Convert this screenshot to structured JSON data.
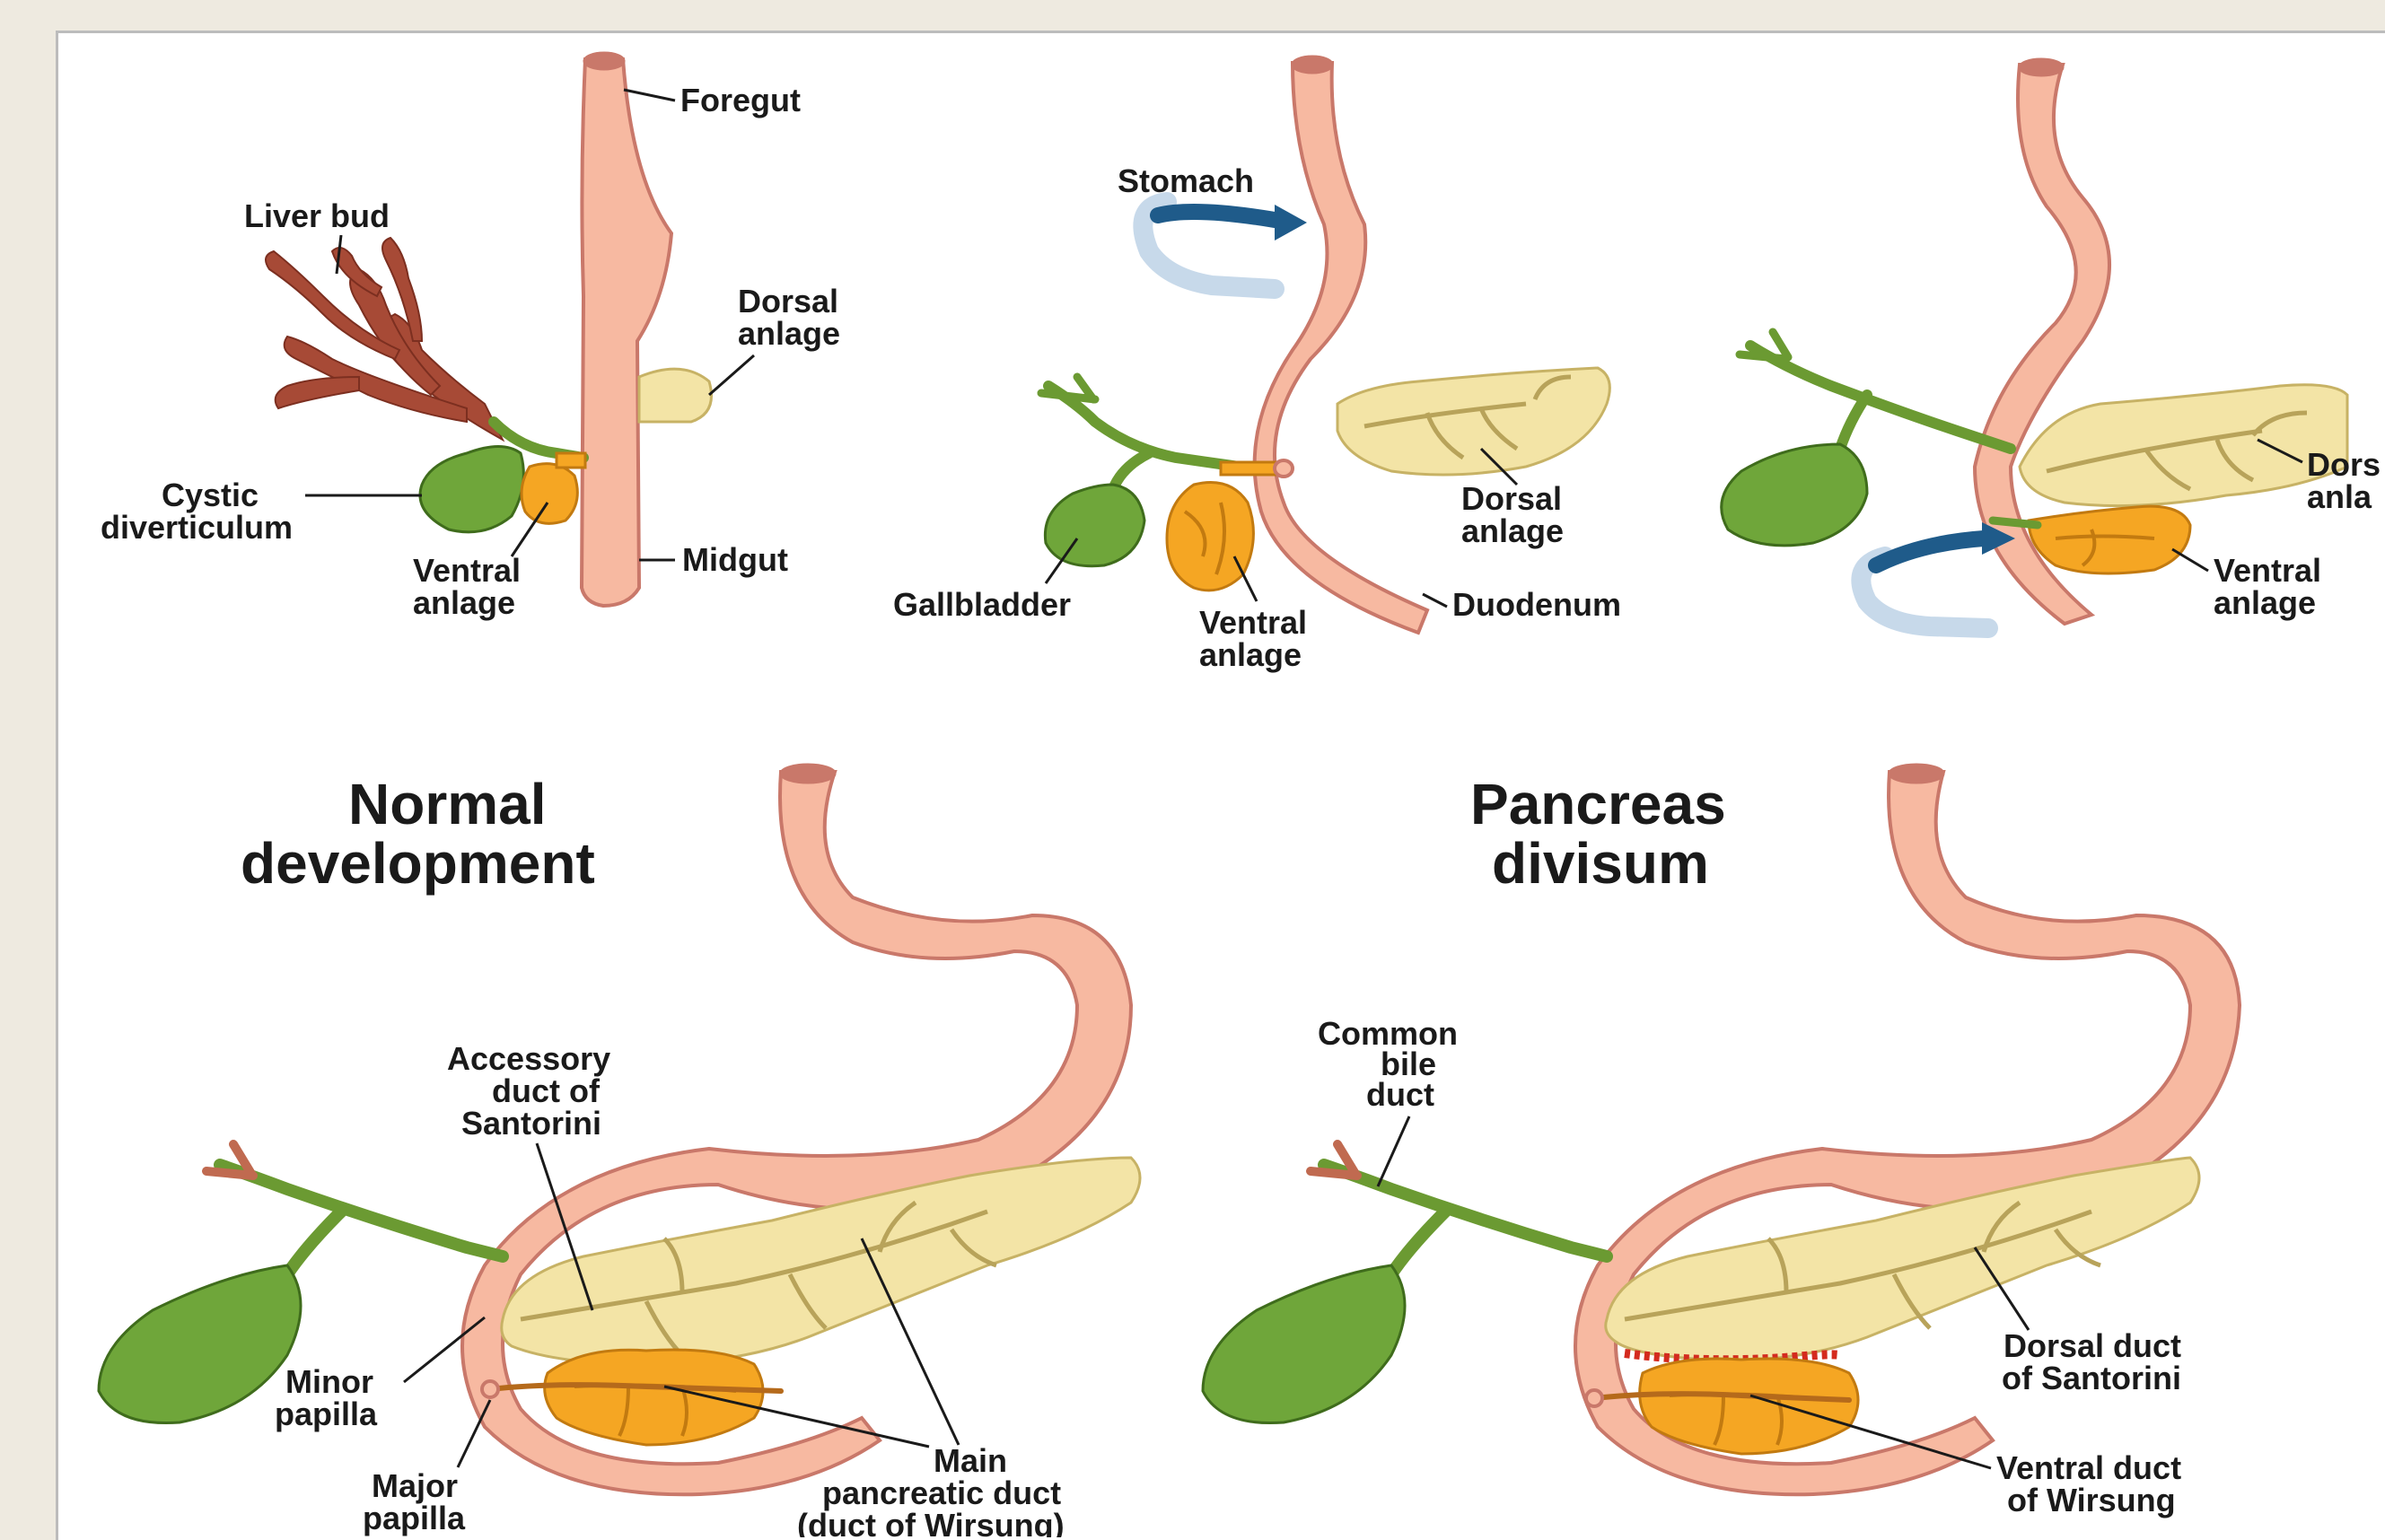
{
  "colors": {
    "gut_fill": "#f7b9a1",
    "gut_stroke": "#c9786a",
    "gut_highlight": "#fbd6c6",
    "liver_fill": "#a74a36",
    "gallbladder_fill": "#6fa63a",
    "duct_green": "#6b9a32",
    "pancreas_dorsal": "#f3e4a6",
    "pancreas_dorsal_stroke": "#c7b265",
    "pancreas_ventral": "#f5a623",
    "arrow_blue": "#1f5b8a",
    "title_normal": "#111111",
    "title_divisum": "#c0143c",
    "fusion_red": "#d42a1e"
  },
  "top_row": {
    "panel1": {
      "foregut": "Foregut",
      "liver_bud": "Liver bud",
      "dorsal_anlage": [
        "Dorsal",
        "anlage"
      ],
      "cystic_diverticulum": [
        "Cystic",
        "diverticulum"
      ],
      "ventral_anlage": [
        "Ventral",
        "anlage"
      ],
      "midgut": "Midgut"
    },
    "panel2": {
      "stomach": "Stomach",
      "dorsal_anlage": [
        "Dorsal",
        "anlage"
      ],
      "gallbladder": "Gallbladder",
      "ventral_anlage": [
        "Ventral",
        "anlage"
      ],
      "duodenum": "Duodenum"
    },
    "panel3": {
      "dorsal_anlage_cut": [
        "Dors",
        "anla"
      ],
      "ventral_anlage": [
        "Ventral",
        "anlage"
      ]
    }
  },
  "bottom_row": {
    "normal": {
      "title": [
        "Normal",
        "development"
      ],
      "accessory_duct": [
        "Accessory",
        "duct of",
        "Santorini"
      ],
      "minor_papilla": [
        "Minor",
        "papilla"
      ],
      "major_papilla": [
        "Major",
        "papilla"
      ],
      "main_duct": [
        "Main",
        "pancreatic duct",
        "(duct of Wirsung)"
      ]
    },
    "divisum": {
      "title": [
        "Pancreas",
        "divisum"
      ],
      "common_bile_duct": [
        "Common",
        "bile",
        "duct"
      ],
      "dorsal_duct": [
        "Dorsal duct",
        "of Santorini"
      ],
      "ventral_duct": [
        "Ventral duct",
        "of Wirsung"
      ]
    }
  }
}
